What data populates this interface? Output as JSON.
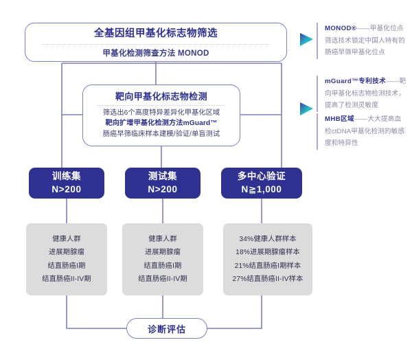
{
  "colors": {
    "brand_blue": "#2e3192",
    "line_lavender": "#7b7fc4",
    "gray_box": "#dcdcdc",
    "muted_text": "#8a8aa5",
    "arrow_teal": "#1ec8b0"
  },
  "top_box": {
    "title": "全基因组甲基化标志物筛选",
    "subtitle": "甲基化检测筛查方法 MONOD"
  },
  "mid_box": {
    "title": "靶向甲基化标志物检测",
    "line1": "筛选出6个高度特异差异化甲基化区域",
    "line2": "靶向扩增甲基化检测方法mGuard™",
    "line3": "肠癌早筛临床样本建模/验证/单盲测试"
  },
  "cohorts": [
    {
      "name": "训练集",
      "n": "N>200"
    },
    {
      "name": "测试集",
      "n": "N>200"
    },
    {
      "name": "多中心验证",
      "n": "N≧1,000"
    }
  ],
  "samples": [
    {
      "lines": [
        "健康人群",
        "进展期腺瘤",
        "结直肠癌I期",
        "结直肠癌II-IV期"
      ]
    },
    {
      "lines": [
        "健康人群",
        "进展期腺瘤",
        "结直肠癌I期",
        "结直肠癌II-IV期"
      ]
    },
    {
      "lines": [
        "34%健康人群样本",
        "18%进展期腺瘤样本",
        "21%结直肠癌I期样本",
        "27%结直肠癌II-IV样本"
      ]
    }
  ],
  "bottom_box": {
    "title": "诊断评估"
  },
  "annotations": [
    {
      "term": "MONOD®",
      "body": "——甲基化位点筛选技术锁定中国人特有的肠癌早筛甲基化位点"
    },
    {
      "term": "mGuard™专利技术",
      "body": "——靶向甲基化标志物检测技术，提高了检测灵敏度"
    },
    {
      "term": "MHB区域",
      "body": "——大大提高血检ctDNA甲基化检测的敏感度和特异性"
    }
  ]
}
